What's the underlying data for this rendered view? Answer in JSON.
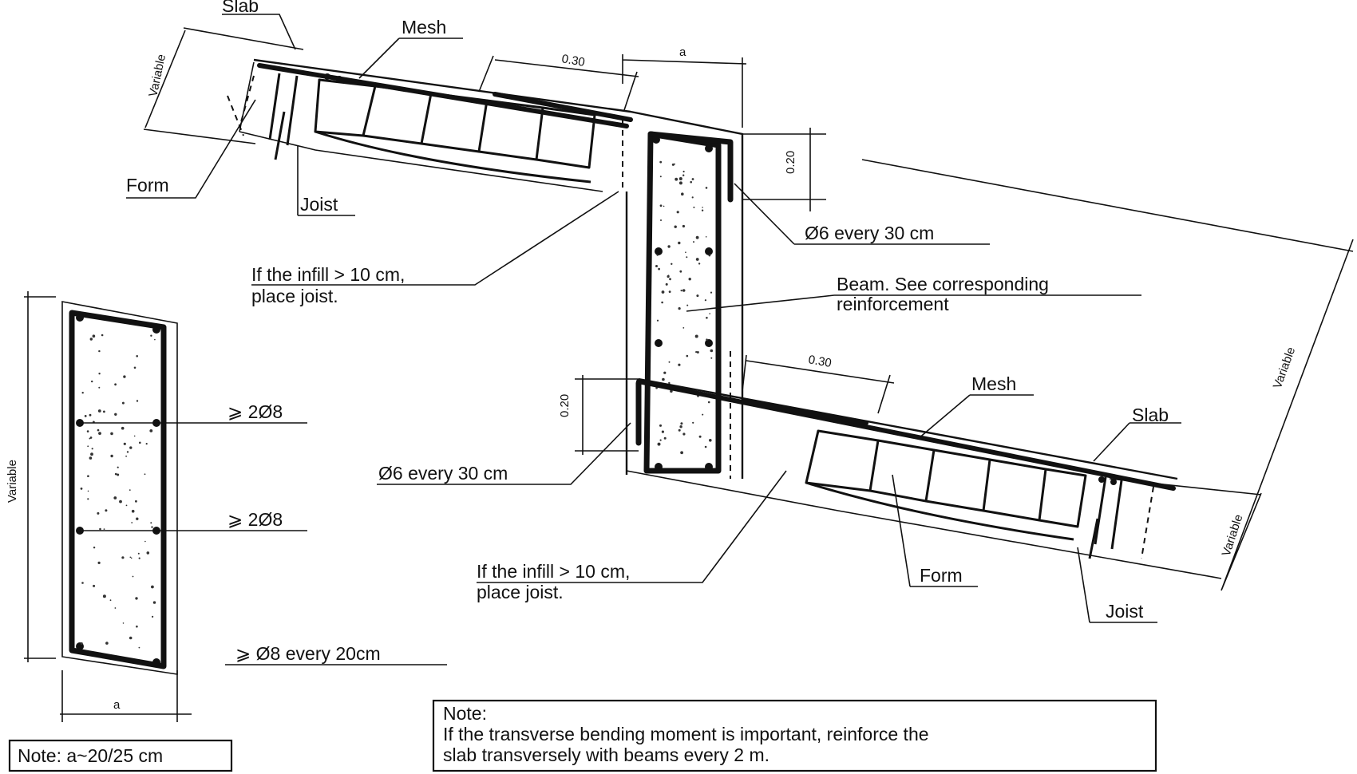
{
  "labels": {
    "slab_top": "Slab",
    "mesh_top": "Mesh",
    "form_left": "Form",
    "joist_left": "Joist",
    "infill_top_1": "If the infill > 10 cm,",
    "infill_top_2": "place joist.",
    "stirrup_top": "Ø6 every 30 cm",
    "beam_1": "Beam. See corresponding",
    "beam_2": "reinforcement",
    "mesh_right": "Mesh",
    "slab_right": "Slab",
    "stirrup_bottom": "Ø6 every 30 cm",
    "infill_bottom_1": "If the infill > 10 cm,",
    "infill_bottom_2": "place joist.",
    "form_right": "Form",
    "joist_right": "Joist",
    "section_bar_1": "⩾ 2Ø8",
    "section_bar_2": "⩾ 2Ø8",
    "section_stirrup": "⩾ Ø8 every 20cm"
  },
  "dimensions": {
    "variable_top": "Variable",
    "variable_right": "Variable",
    "variable_right_small": "Variable",
    "variable_section": "Variable",
    "top_030": "0.30",
    "top_a": "a",
    "top_020": "0.20",
    "bottom_030": "0.30",
    "bottom_020": "0.20",
    "section_a": "a"
  },
  "notes": {
    "note_a": "Note: a~20/25 cm",
    "note_title": "Note:",
    "note_line_1": "If the transverse bending moment is important, reinforce the",
    "note_line_2": "slab transversely with beams every 2 m."
  }
}
